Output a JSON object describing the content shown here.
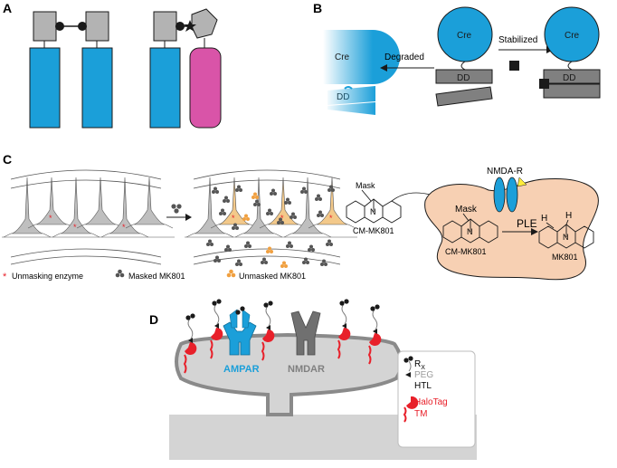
{
  "panels": {
    "a": "A",
    "b": "B",
    "c": "C",
    "d": "D"
  },
  "panel_b": {
    "cre": "Cre",
    "dd": "DD",
    "degraded": "Degraded",
    "stabilized": "Stabilized"
  },
  "panel_c": {
    "legend_unmasking_star": "*",
    "legend_unmasking": "Unmasking enzyme",
    "legend_masked": "Masked MK801",
    "legend_unmasked": "Unmasked MK801",
    "mask_outside": "Mask",
    "cm_mk801_outside": "CM-MK801",
    "nmda_r": "NMDA-R",
    "mask_inside": "Mask",
    "cm_mk801_inside": "CM-MK801",
    "ple": "PLE",
    "h_left": "H",
    "h_right": "H",
    "mk801": "MK801",
    "n_atom": "N"
  },
  "panel_d": {
    "ampar": "AMPAR",
    "nmdar": "NMDAR",
    "legend_rx": "R",
    "legend_rx_sub": "X",
    "legend_peg": "PEG",
    "legend_htl": "HTL",
    "legend_halotag": "HaloTag",
    "legend_tm": "TM"
  },
  "colors": {
    "blue": "#1b9fd9",
    "magenta": "#d954a8",
    "gray": "#b3b3b3",
    "dark": "#1a1a1a",
    "red": "#e8202a",
    "cell_peach": "#f7d0b3",
    "orange": "#f0a040",
    "dendrite": "#d4d4d4"
  }
}
